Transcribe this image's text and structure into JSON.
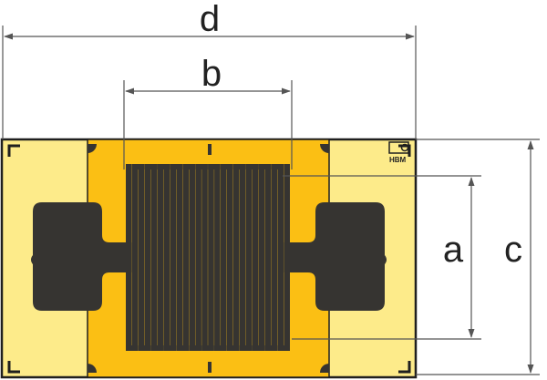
{
  "dimensions": {
    "d": "d",
    "b": "b",
    "a": "a",
    "c": "c"
  },
  "logo": {
    "text": "HBM"
  },
  "colors": {
    "carrier_light": "#fdeb8a",
    "carrier_dark": "#fbbf14",
    "grid_metal": "#363431",
    "outline": "#1f1f1f",
    "dimension_line": "#555555",
    "background": "#ffffff"
  },
  "grid": {
    "loop_count": 13
  }
}
